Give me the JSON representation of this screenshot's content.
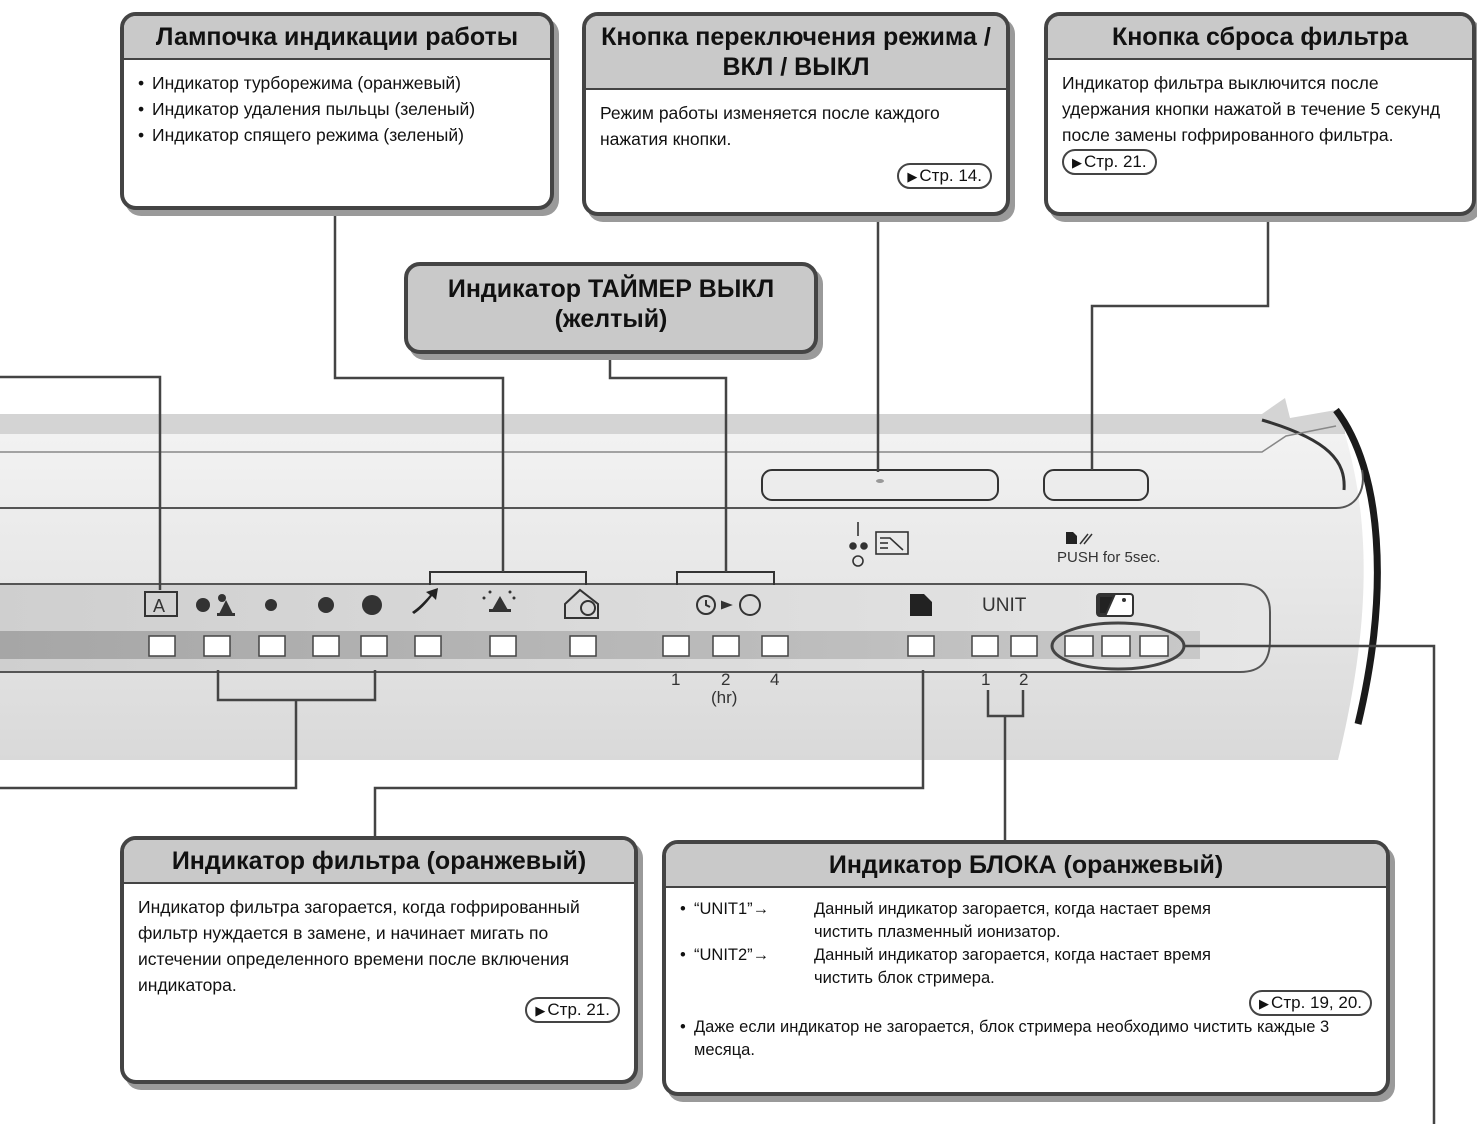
{
  "operation_lamp": {
    "title": "Лампочка индикации работы",
    "items": [
      "Индикатор турборежима (оранжевый)",
      "Индикатор удаления пыльцы (зеленый)",
      "Индикатор спящего режима (зеленый)"
    ]
  },
  "mode_button": {
    "title": "Кнопка переключения режима / ВКЛ / ВЫКЛ",
    "text": "Режим работы изменяется после каждого нажатия кнопки.",
    "ref": "Стр. 14."
  },
  "filter_reset": {
    "title": "Кнопка сброса фильтра",
    "text": "Индикатор фильтра выключится после удержания кнопки нажатой в течение 5 секунд после замены гофрированного фильтра.",
    "ref": "Стр. 21."
  },
  "timer": {
    "title": "Индикатор ТАЙМЕР ВЫКЛ (желтый)"
  },
  "filter_indicator": {
    "title": "Индикатор фильтра (оранжевый)",
    "text": "Индикатор фильтра загорается, когда гофрированный фильтр нуждается в замене, и начинает мигать по истечении определенного времени после включения индикатора.",
    "ref": "Стр. 21."
  },
  "unit_indicator": {
    "title": "Индикатор БЛОКА (оранжевый)",
    "unit1_key": "“UNIT1”→",
    "unit1_text": "Данный индикатор загорается, когда настает время чистить плазменный ионизатор.",
    "unit2_key": "“UNIT2”→",
    "unit2_text": "Данный индикатор загорается, когда настает время чистить блок стримера.",
    "ref": "Стр. 19, 20.",
    "note": "Даже если индикатор не загорается, блок стримера необходимо чистить каждые 3 месяца."
  },
  "panel": {
    "push_label": "PUSH for 5sec.",
    "unit_label": "UNIT",
    "timer_1": "1",
    "timer_2": "2",
    "timer_4": "4",
    "timer_hr": "(hr)",
    "unit_1": "1",
    "unit_2": "2"
  }
}
